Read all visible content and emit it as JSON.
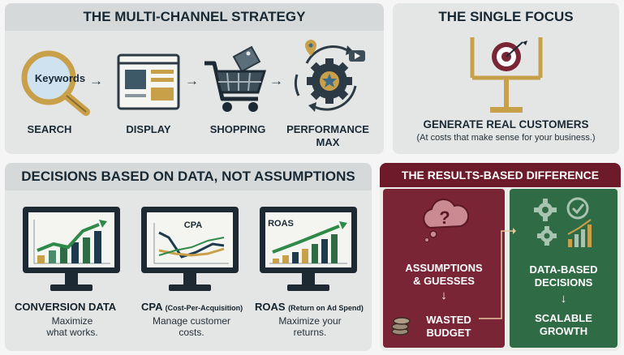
{
  "multi_channel": {
    "title": "THE MULTI-CHANNEL STRATEGY",
    "channels": [
      {
        "label": "SEARCH",
        "icon": "magnifier-keywords-icon",
        "icon_text": "Keywords"
      },
      {
        "label": "DISPLAY",
        "icon": "browser-window-icon"
      },
      {
        "label": "SHOPPING",
        "icon": "shopping-cart-icon"
      },
      {
        "label_line1": "PERFORMANCE",
        "label_line2": "MAX",
        "icon": "gear-cycle-icon"
      }
    ]
  },
  "single_focus": {
    "title": "THE SINGLE FOCUS",
    "headline": "GENERATE REAL CUSTOMERS",
    "subline": "(At costs that make sense for your business.)"
  },
  "decisions": {
    "title": "DECISIONS BASED ON DATA, NOT ASSUMPTIONS",
    "metrics": [
      {
        "label": "CONVERSION DATA",
        "small": "",
        "desc_line1": "Maximize",
        "desc_line2": "what works."
      },
      {
        "label": "CPA",
        "small": "(Cost-Per-Acquisition)",
        "screen_label": "CPA",
        "desc_line1": "Manage customer",
        "desc_line2": "costs."
      },
      {
        "label": "ROAS",
        "small": "(Return on Ad Spend)",
        "screen_label": "ROAS",
        "desc_line1": "Maximize your",
        "desc_line2": "returns."
      }
    ]
  },
  "results": {
    "title": "THE RESULTS-BASED DIFFERENCE",
    "left": {
      "line1": "ASSUMPTIONS",
      "line2": "& GUESSES",
      "arrow": "↓",
      "out1": "WASTED",
      "out2": "BUDGET"
    },
    "right": {
      "line1": "DATA-BASED",
      "line2": "DECISIONS",
      "arrow": "↓",
      "out1": "SCALABLE",
      "out2": "GROWTH"
    }
  },
  "colors": {
    "navy": "#1e3a4c",
    "gold": "#c9a04a",
    "maroon": "#7a2536",
    "green": "#2f6b45",
    "panel": "#e4e6e6"
  }
}
